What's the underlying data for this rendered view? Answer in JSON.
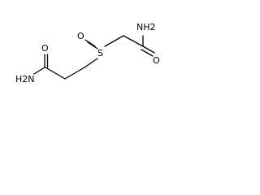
{
  "molecule": {
    "atoms": {
      "amide_n_left": "H2N",
      "amide_o_left": "O",
      "sulfur": "S",
      "sulfoxide_o": "O",
      "amide_n_right": "NH2",
      "amide_o_right": "O"
    }
  }
}
